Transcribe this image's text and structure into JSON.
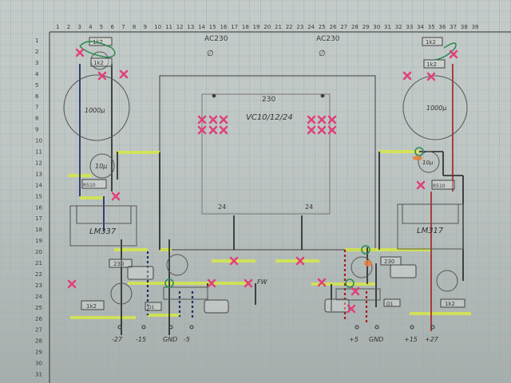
{
  "grid": {
    "column_numbers": [
      "1",
      "2",
      "3",
      "4",
      "5",
      "6",
      "7",
      "8",
      "9",
      "10",
      "11",
      "12",
      "13",
      "14",
      "15",
      "16",
      "17",
      "18",
      "19",
      "20",
      "21",
      "22",
      "23",
      "24",
      "25",
      "26",
      "27",
      "28",
      "29",
      "30",
      "31",
      "32",
      "33",
      "34",
      "35",
      "36",
      "37",
      "38",
      "39"
    ],
    "row_numbers": [
      "1",
      "2",
      "3",
      "4",
      "5",
      "6",
      "7",
      "8",
      "9",
      "10",
      "11",
      "12",
      "13",
      "14",
      "15",
      "16",
      "17",
      "18",
      "19",
      "20",
      "21",
      "22",
      "23",
      "24",
      "25",
      "26",
      "27",
      "28",
      "29",
      "30",
      "31"
    ]
  },
  "transformer": {
    "ac_left": "AC230",
    "ac_right": "AC230",
    "phase_left": "∅",
    "phase_right": "∅",
    "primary": "230",
    "model": "VC10/12/24",
    "secondary_left": "24",
    "secondary_right": "24"
  },
  "left_regulator": {
    "resistor_top": "1k2",
    "resistor_mid": "1k2",
    "cap_big": "1000µ",
    "cap_small": "10µ",
    "resistor_low": "R510",
    "ic": "LM337",
    "resistor_230": "230",
    "resistor_bottom": "1k2",
    "diode": "D1"
  },
  "right_regulator": {
    "resistor_top": "1k2",
    "resistor_mid": "1k2",
    "cap_big": "1000µ",
    "cap_small": "10µ",
    "resistor_low": "R510",
    "ic": "LM317",
    "resistor_230": "230",
    "resistor_bottom": "1k2",
    "diode": "D1"
  },
  "fuse_label": "FW",
  "outputs": [
    "-27",
    "-15",
    "GND",
    "-5",
    "+5",
    "GND",
    "+15",
    "+27"
  ],
  "colors": {
    "paper": "#c7cbc8",
    "grid": "#8fb0b8",
    "ink": "#222222",
    "highlight": "#d6e84a",
    "mark": "#e0407a",
    "red_wire": "#a02020",
    "blue_wire": "#20306a",
    "green_ring": "#2a8a50"
  }
}
